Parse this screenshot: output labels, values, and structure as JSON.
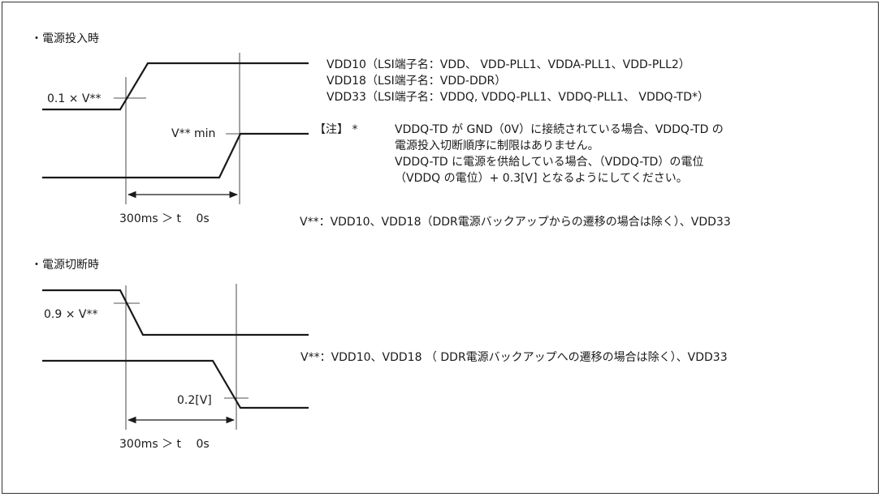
{
  "power_on": {
    "title": "・電源投入時",
    "threshold_label": "0.1 × V**",
    "min_label": "V** min",
    "timing_label": "300ms ＞ t　 0s",
    "rails": [
      "VDD10（LSI端子名：VDD、 VDD-PLL1、VDDA-PLL1、VDD-PLL2）",
      "VDD18（LSI端子名：VDD-DDR）",
      "VDD33（LSI端子名：VDDQ, VDDQ-PLL1、VDDQ-PLL1、 VDDQ-TD*）"
    ],
    "note_tag": "【注】 *",
    "note_lines": [
      "VDDQ-TD が GND（0V）に接続されている場合、VDDQ-TD の",
      "電源投入切断順序に制限はありません。",
      "VDDQ-TD に電源を供給している場合、（VDDQ-TD）の電位",
      "（VDDQ の電位）+ 0.3[V] となるようにしてください。"
    ],
    "vdef": "V**：VDD10、VDD18（DDR電源バックアップからの遷移の場合は除く）、VDD33"
  },
  "power_off": {
    "title": "・電源切断時",
    "threshold_label": "0.9 × V**",
    "low_label": "0.2[V]",
    "timing_label": "300ms ＞ t　 0s",
    "vdef": "V**：VDD10、VDD18 （ DDR電源バックアップへの遷移の場合は除く）、VDD33"
  }
}
